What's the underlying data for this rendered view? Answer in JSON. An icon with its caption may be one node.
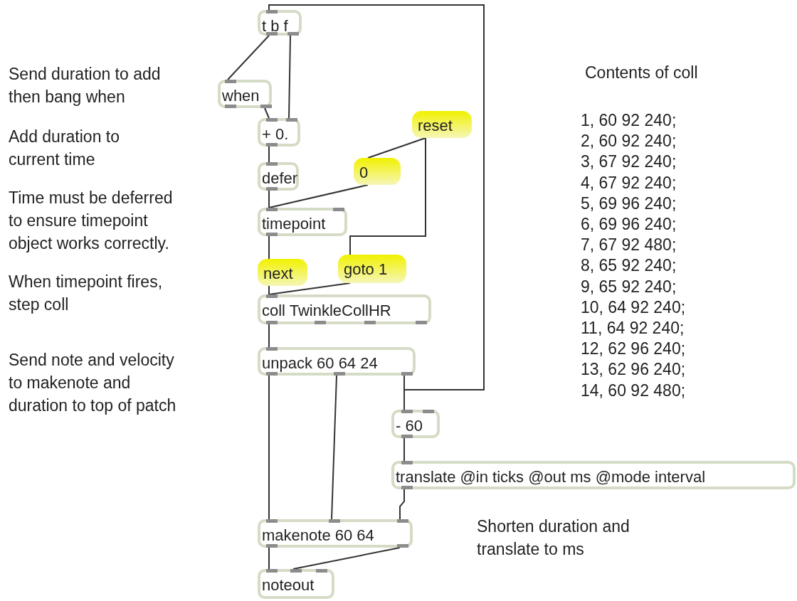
{
  "diagram": {
    "nodes": [
      {
        "text": [
          "t b f"
        ]
      },
      {
        "text": [
          "when"
        ]
      },
      {
        "text": [
          "+ 0."
        ]
      },
      {
        "text": [
          "reset"
        ]
      },
      {
        "text": [
          "defer"
        ]
      },
      {
        "text": [
          "0"
        ]
      },
      {
        "text": [
          "timepoint"
        ]
      },
      {
        "text": [
          "next"
        ]
      },
      {
        "text": [
          "goto 1"
        ]
      },
      {
        "text": [
          "coll TwinkleCollHR"
        ]
      },
      {
        "text": [
          "unpack 60 64 24"
        ]
      },
      {
        "text": [
          "- 60"
        ]
      },
      {
        "text": [
          "translate @in ticks @out ms @mode interval"
        ]
      },
      {
        "text": [
          "makenote 60 64"
        ]
      },
      {
        "text": [
          "noteout"
        ]
      }
    ],
    "edges": [
      {
        "from": 0,
        "to": 1,
        "arrow": "none"
      },
      {
        "from": 0,
        "to": 2,
        "arrow": "none"
      },
      {
        "from": 1,
        "to": 2,
        "arrow": "none"
      },
      {
        "from": 2,
        "to": 4,
        "arrow": "none"
      },
      {
        "from": 4,
        "to": 6,
        "arrow": "none"
      },
      {
        "from": 3,
        "to": 5,
        "arrow": "none"
      },
      {
        "from": 5,
        "to": 6,
        "arrow": "none"
      },
      {
        "from": 3,
        "to": 8,
        "arrow": "none"
      },
      {
        "from": 6,
        "to": 7,
        "arrow": "none"
      },
      {
        "from": 7,
        "to": 9,
        "arrow": "none"
      },
      {
        "from": 8,
        "to": 9,
        "arrow": "none"
      },
      {
        "from": 9,
        "to": 10,
        "arrow": "none"
      },
      {
        "from": 10,
        "to": 13,
        "arrow": "none"
      },
      {
        "from": 10,
        "to": 13,
        "arrow": "none"
      },
      {
        "from": 10,
        "to": 11,
        "arrow": "none"
      },
      {
        "from": 10,
        "to": 0,
        "arrow": "none"
      },
      {
        "from": 11,
        "to": 12,
        "arrow": "none"
      },
      {
        "from": 12,
        "to": 13,
        "arrow": "none"
      },
      {
        "from": 13,
        "to": 14,
        "arrow": "none"
      },
      {
        "from": 13,
        "to": 14,
        "arrow": "none"
      }
    ],
    "labels": [
      "Send duration to add then bang when",
      "Add duration to current time",
      "Time must be deferred to ensure timepoint object works correctly.",
      "When timepoint fires, step coll",
      "Send note and velocity to makenote and duration to top of patch",
      "Contents of coll",
      "1, 60 92 240;",
      "2, 60 92 240;",
      "3, 67 92 240;",
      "4, 67 92 240;",
      "5, 69 96 240;",
      "6, 69 96 240;",
      "7, 67 92 480;",
      "8, 65 92 240;",
      "9, 65 92 240;",
      "10, 64 92 240;",
      "11, 64 92 240;",
      "12, 62 96 240;",
      "13, 62 96 240;",
      "14, 60 92 480;",
      "Shorten duration and translate to ms"
    ]
  }
}
